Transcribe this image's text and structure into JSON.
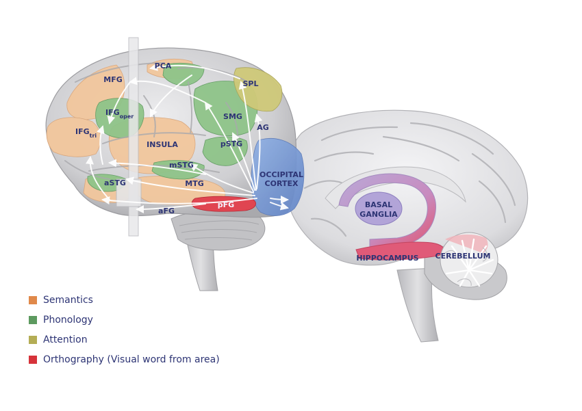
{
  "lateral_labels": {
    "pca": "PCA",
    "mfg": "MFG",
    "spl": "SPL",
    "ifg_oper": "IFG",
    "ifg_oper_sub": "oper",
    "smg": "SMG",
    "ag": "AG",
    "ifg_tri": "IFG",
    "ifg_tri_sub": "tri",
    "insula": "INSULA",
    "pstg": "pSTG",
    "mstg": "mSTG",
    "occipital_1": "OCCIPITAL",
    "occipital_2": "CORTEX",
    "astg": "aSTG",
    "mtg": "MTG",
    "afg": "aFG",
    "pfg": "pFG"
  },
  "medial_labels": {
    "basal_1": "BASAL",
    "basal_2": "GANGLIA",
    "hippocampus": "HIPPOCAMPUS",
    "cerebellum": "CEREBELLUM"
  },
  "legend": [
    {
      "label": "Semantics",
      "color": "#e0894a"
    },
    {
      "label": "Phonology",
      "color": "#5d9a5f"
    },
    {
      "label": "Attention",
      "color": "#b4ad55"
    },
    {
      "label": "Orthography (Visual word from area)",
      "color": "#d6333a"
    }
  ],
  "colors": {
    "semantics_fill": "#f2c79d",
    "phonology_fill": "#8fc489",
    "attention_fill": "#cfc979",
    "orthography_fill": "#e04551",
    "occipital_fill": "#7c9dd8",
    "brain_gray": "#d4d4d6",
    "label_color": "#2d3474"
  }
}
